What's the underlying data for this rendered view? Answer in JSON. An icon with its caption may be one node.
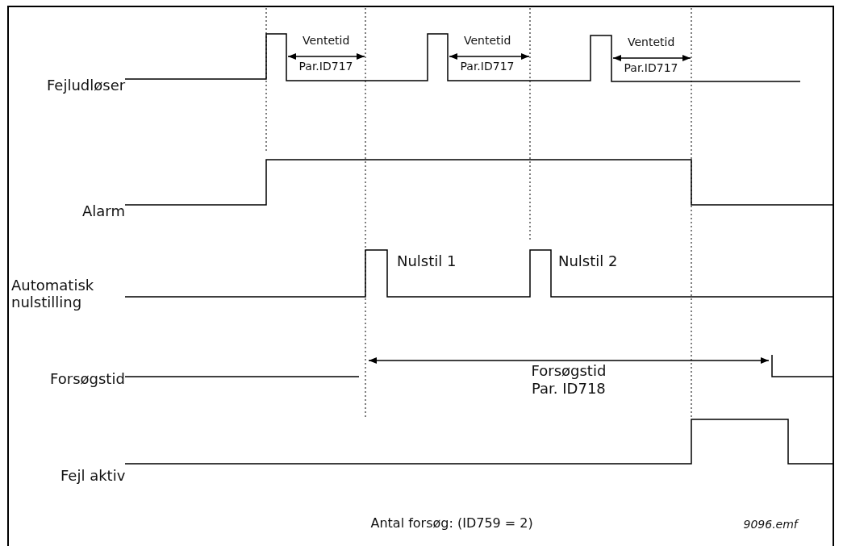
{
  "diagram": {
    "labels": [
      "Ventetid",
      "Ventetid",
      "Ventetid",
      "Par.ID717",
      "Par.ID717",
      "Par.ID717",
      "Fejludløser",
      "Alarm",
      "Nulstil 1",
      "Nulstil 2",
      "Automatisk nulstilling",
      "Forsøgstid",
      "Forsøgstid",
      "Par. ID718",
      "Fejl aktiv",
      "Antal forsøg: (ID759 = 2)",
      "9096.emf"
    ]
  }
}
